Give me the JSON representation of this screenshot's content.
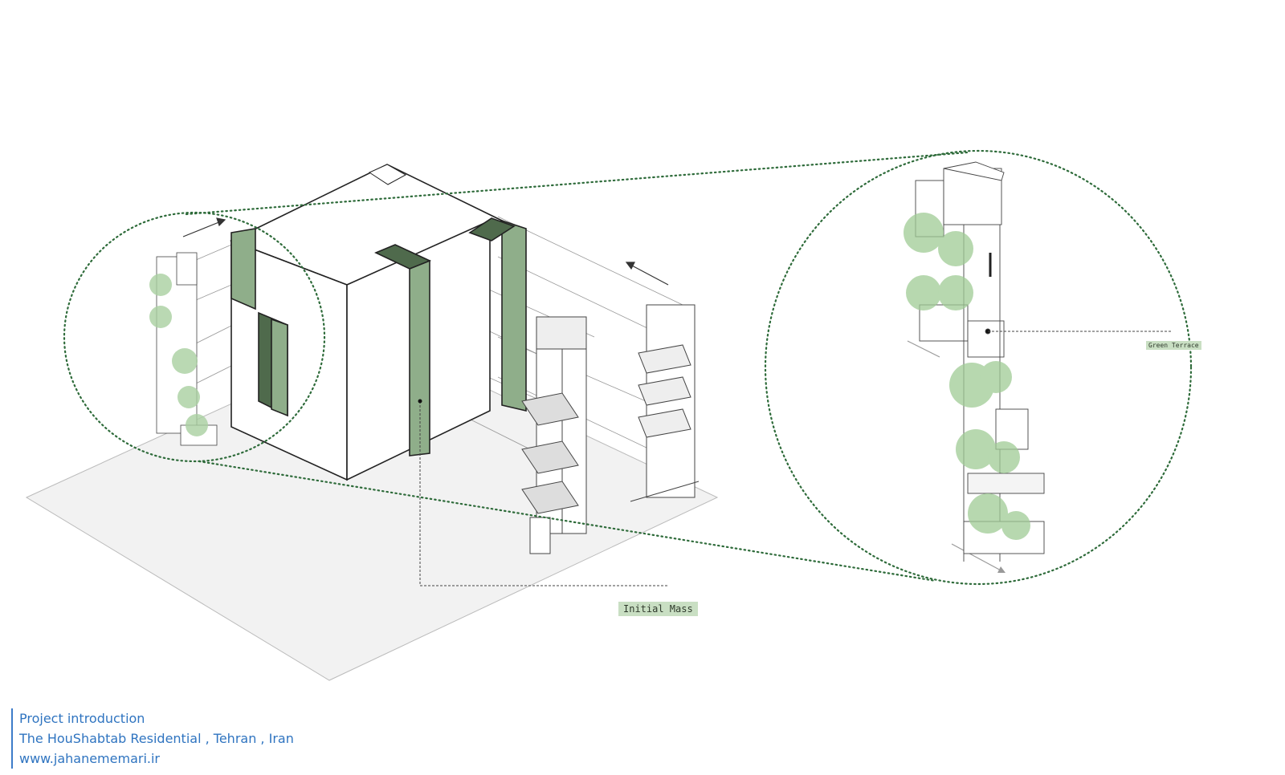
{
  "labels": {
    "initial_mass": "Initial Mass",
    "green_terrace": "Green Terrace"
  },
  "caption": {
    "line1": "Project introduction",
    "line2": "The HouShabtab Residential , Tehran , Iran",
    "line3": "www.jahanememari.ir"
  },
  "colors": {
    "green_face": "#8fae8a",
    "green_dark": "#4f6a4c",
    "dotted_outline": "#2e6b3a",
    "caption_blue": "#2f74c0",
    "label_bg": "#c9dfc3"
  }
}
